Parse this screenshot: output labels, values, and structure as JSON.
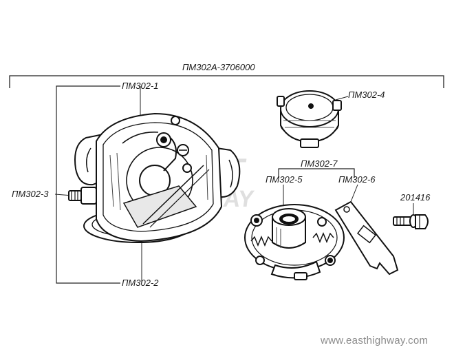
{
  "labels": {
    "assembly": "ПМ302А-3706000",
    "p1": "ПМ302-1",
    "p2": "ПМ302-2",
    "p3": "ПМ302-3",
    "p4": "ПМ302-4",
    "p5": "ПМ302-5",
    "p6": "ПМ302-6",
    "p7": "ПМ302-7",
    "bolt": "201416"
  },
  "watermark": {
    "logo": "EAST HIGHWAY",
    "url": "www.easthighway.com"
  }
}
